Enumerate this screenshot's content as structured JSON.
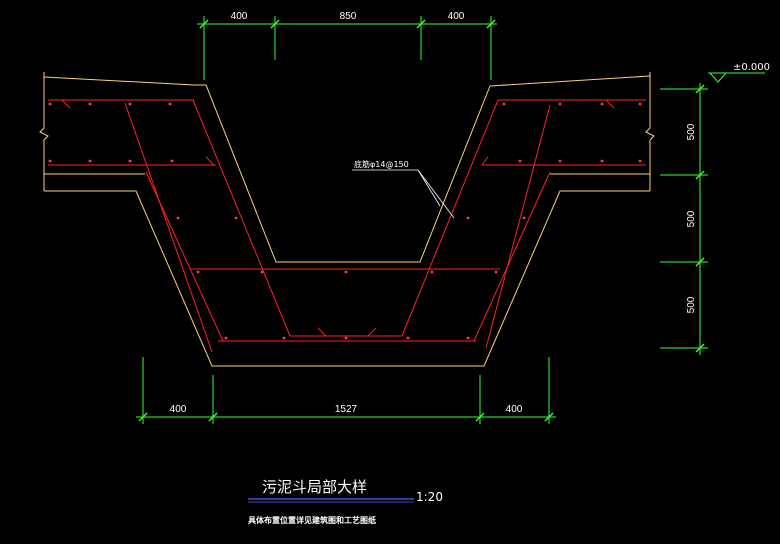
{
  "drawing": {
    "title": "污泥斗局部大样",
    "scale": "1:20",
    "note": "具体布置位置详见建筑图和工艺图纸",
    "rebar_label": "底筋φ14@150",
    "elevation": "±0.000"
  },
  "dimensions": {
    "top": [
      "400",
      "850",
      "400"
    ],
    "bottom": [
      "400",
      "1527",
      "400"
    ],
    "right": [
      "500",
      "500",
      "500"
    ]
  },
  "colors": {
    "background": "#000000",
    "concrete_outline": "#ffd07a",
    "rebar": "#ff2020",
    "dimension_lines": "#33ff33",
    "text": "#ffffff",
    "title_underline": "#5a5aff"
  }
}
